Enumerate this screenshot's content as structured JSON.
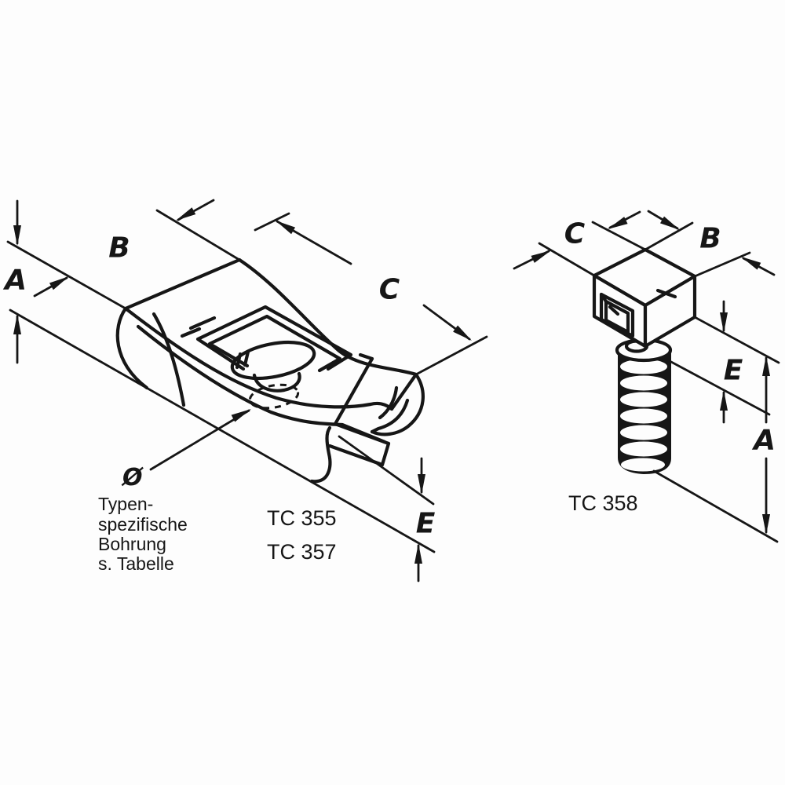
{
  "drawing": {
    "background": "#fdfdfd",
    "line_color": "#161616",
    "left_figure": {
      "model_1": "TC 355",
      "model_2": "TC 357",
      "dim_a": "A",
      "dim_b": "B",
      "dim_c": "C",
      "dim_e": "E",
      "diameter_symbol": "Ø",
      "note_line_1": "Typen-",
      "note_line_2": "spezifische",
      "note_line_3": "Bohrung",
      "note_line_4": "s. Tabelle"
    },
    "right_figure": {
      "model_1": "TC 358",
      "dim_a": "A",
      "dim_b": "B",
      "dim_c": "C",
      "dim_e": "E"
    }
  }
}
